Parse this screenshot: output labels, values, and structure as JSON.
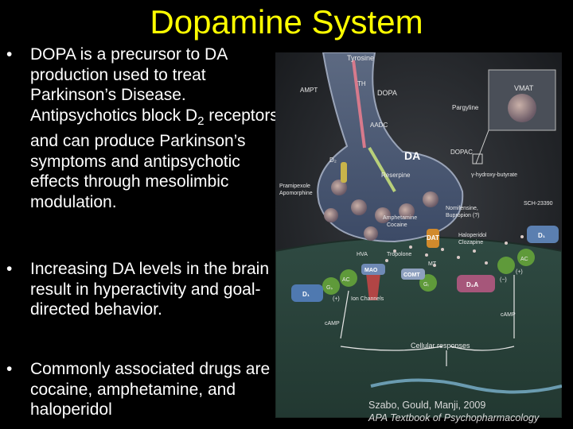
{
  "title": "Dopamine System",
  "bullets": [
    {
      "marker": "•",
      "text": "DOPA is a precursor to DA production used to treat Parkinson’s Disease. Antipsychotics block D",
      "sub": "2",
      "text_after": " receptors and can produce Parkinson’s symptoms and antipsychotic effects through mesolimbic modulation."
    },
    {
      "marker": "•",
      "text": "Increasing DA levels in the brain result in hyperactivity and goal-directed behavior."
    },
    {
      "marker": "•",
      "text": "Commonly associated  drugs are cocaine, amphetamine, and haloperidol"
    }
  ],
  "figure": {
    "labels": {
      "tyrosine": "Tyrosine",
      "th": "TH",
      "ampt": "AMPT",
      "dopa": "DOPA",
      "aadc": "AADC",
      "pargyline": "Pargyline",
      "vmat": "VMAT",
      "dopac": "DOPAC",
      "da": "DA",
      "d2": "D₂",
      "reserpine": "Reserpine",
      "hydroxybutyrate": "γ-hydroxy-butyrate",
      "pramipexole": "Pramipexole",
      "apomorphine": "Apomorphine",
      "nomifensine": "Nomifensine,",
      "bupropion": "Bupropion (?)",
      "sch": "SCH-23390",
      "amphetamine": "Amphetamine",
      "cocaine": "Cocaine",
      "dat": "DAT",
      "haloperidol": "Haloperidol",
      "clozapine": "Clozapine",
      "d1_post": "D₁",
      "hva": "HVA",
      "tropolone": "Tropolone",
      "mao": "MAO",
      "mt": "MT",
      "comt": "COMT",
      "ac_left": "AC",
      "gs": "Gₛ",
      "gi": "Gᵢ",
      "d2a": "D₂A",
      "ac_right": "AC",
      "plus_left": "(+)",
      "minus_right": "(−)",
      "plus_right": "(+)",
      "d1_left": "D₁",
      "ion_channels": "Ion Channels",
      "camp_left": "cAMP",
      "camp_right": "cAMP",
      "cellular": "Cellular responses"
    }
  },
  "credit": {
    "authors": "Szabo, Gould, Manji, 2009",
    "book": "APA Textbook of Psychopharmacology"
  }
}
